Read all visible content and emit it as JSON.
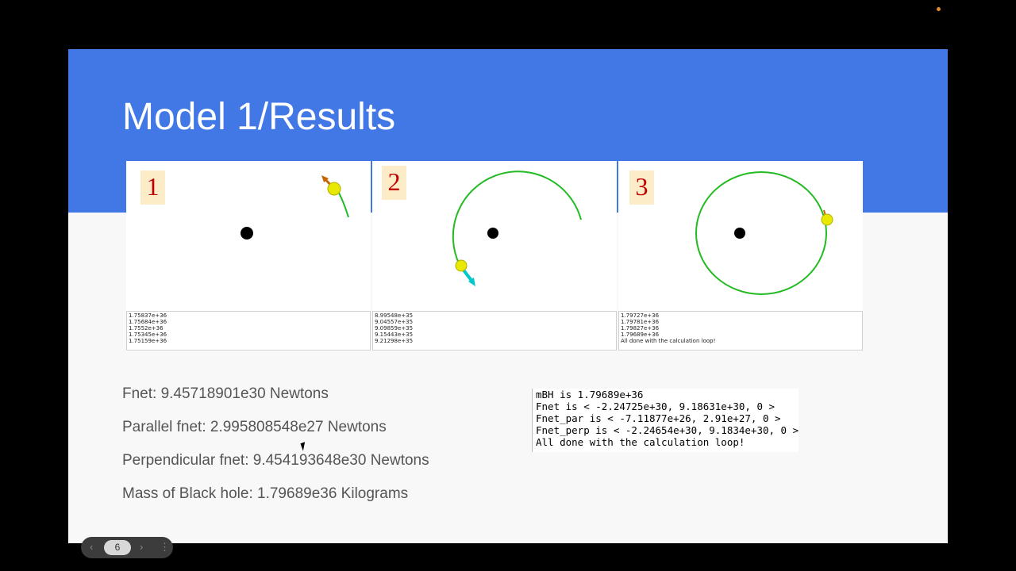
{
  "slide": {
    "title": "Model 1/Results",
    "panels": [
      {
        "number": "1",
        "console": [
          "1.75837e+36",
          "1.75684e+36",
          "1.7552e+36",
          "1.75345e+36",
          "1.75159e+36"
        ]
      },
      {
        "number": "2",
        "console": [
          "8.99548e+35",
          "9.04557e+35",
          "9.09859e+35",
          "9.15443e+35",
          "9.21298e+35"
        ]
      },
      {
        "number": "3",
        "console": [
          "1.79727e+36",
          "1.79781e+36",
          "1.79827e+36",
          "1.79689e+36",
          "All done with the calculation loop!"
        ]
      }
    ],
    "results": [
      "Fnet: 9.45718901e30 Newtons",
      "Parallel fnet: 2.995808548e27 Newtons",
      "Perpendicular fnet: 9.454193648e30 Newtons",
      "Mass of Black hole: 1.79689e36 Kilograms"
    ],
    "output_lines": [
      "mBH is  1.79689e+36",
      "Fnet is  < -2.24725e+30, 9.18631e+30, 0 >",
      "Fnet_par is  < -7.11877e+26, 2.91e+27, 0 >",
      "Fnet_perp is  < -2.24654e+30, 9.1834e+30, 0 >",
      "All done with the calculation loop!"
    ]
  },
  "nav": {
    "prev": "‹",
    "page": "6",
    "next": "›",
    "more": "⋮"
  },
  "colors": {
    "banner": "#4178e6",
    "orbit": "#22bb22",
    "star": "#e8e800",
    "arrow_orange": "#c86400",
    "arrow_cyan": "#00c8c8"
  }
}
